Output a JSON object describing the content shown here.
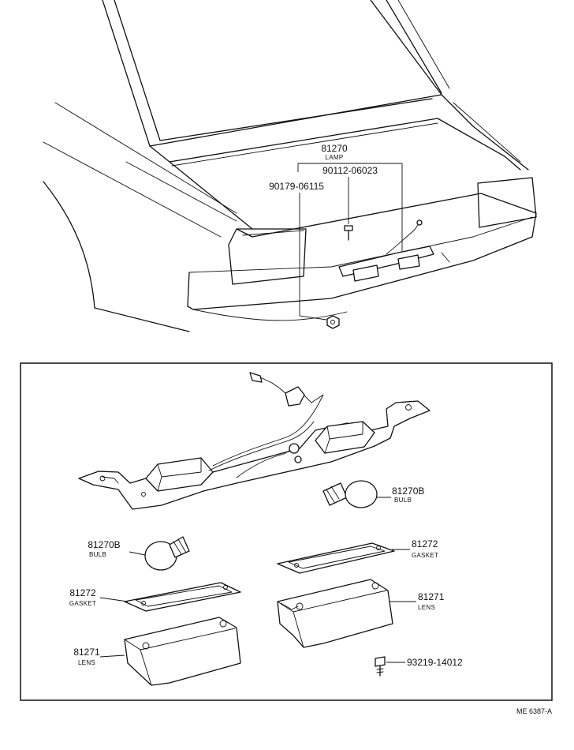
{
  "callouts": {
    "lamp_assembly": {
      "number": "81270",
      "label": "LAMP"
    },
    "screw": {
      "number": "90112-06023"
    },
    "nut": {
      "number": "90179-06115"
    },
    "bulb_right": {
      "number": "81270B",
      "label": "BULB"
    },
    "bulb_left": {
      "number": "81270B",
      "label": "BULB"
    },
    "gasket_right": {
      "number": "81272",
      "label": "GASKET"
    },
    "gasket_left": {
      "number": "81272",
      "label": "GASKET"
    },
    "lens_right": {
      "number": "81271",
      "label": "LENS"
    },
    "lens_left": {
      "number": "81271",
      "label": "LENS"
    },
    "lens_screw": {
      "number": "93219-14012"
    }
  },
  "reference_code": "ME 6387-A"
}
